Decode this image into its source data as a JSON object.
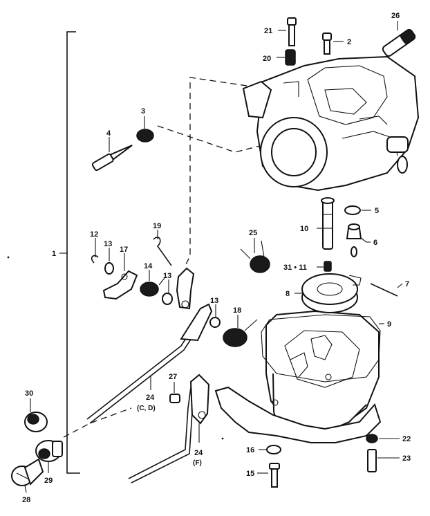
{
  "diagram": {
    "labels": {
      "p1": "1",
      "p2": "2",
      "p3": "3",
      "p4": "4",
      "p5": "5",
      "p6": "6",
      "p7": "7",
      "p8": "8",
      "p9": "9",
      "p10": "10",
      "p12": "12",
      "p13a": "13",
      "p13b": "13",
      "p13c": "13",
      "p14": "14",
      "p15": "15",
      "p16": "16",
      "p17": "17",
      "p18": "18",
      "p19": "19",
      "p20": "20",
      "p21": "21",
      "p22": "22",
      "p23": "23",
      "p24a": "24",
      "p24a_sub": "(C, D)",
      "p24b": "24",
      "p24b_sub": "(F)",
      "p25": "25",
      "p26": "26",
      "p27": "27",
      "p28": "28",
      "p29": "29",
      "p30": "30",
      "p31_11": "31 • 11"
    }
  }
}
